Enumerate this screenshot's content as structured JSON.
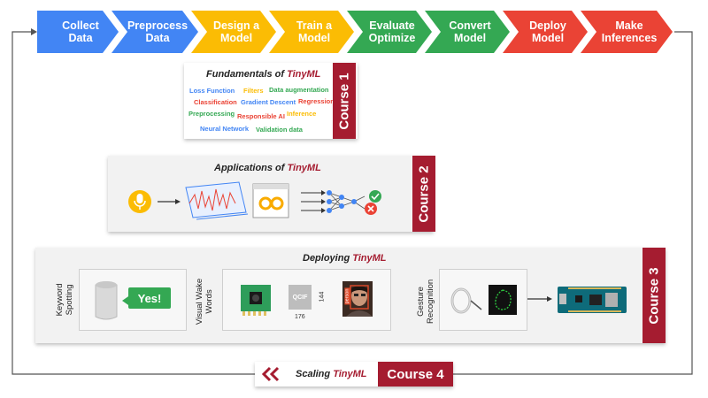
{
  "pipeline": [
    {
      "label": "Collect\nData",
      "color": "#4285f4"
    },
    {
      "label": "Preprocess\nData",
      "color": "#4285f4"
    },
    {
      "label": "Design a\nModel",
      "color": "#fbbc04"
    },
    {
      "label": "Train a\nModel",
      "color": "#fbbc04"
    },
    {
      "label": "Evaluate\nOptimize",
      "color": "#34a853"
    },
    {
      "label": "Convert\nModel",
      "color": "#34a853"
    },
    {
      "label": "Deploy\nModel",
      "color": "#ea4335"
    },
    {
      "label": "Make\nInferences",
      "color": "#ea4335"
    }
  ],
  "course1": {
    "title_prefix": "Fundamentals of ",
    "title_tm": "TinyML",
    "tab": "Course 1",
    "words": [
      {
        "text": "Loss Function",
        "color": "#4285f4"
      },
      {
        "text": "Filters",
        "color": "#fbbc04"
      },
      {
        "text": "Data augmentation",
        "color": "#34a853"
      },
      {
        "text": "Classification",
        "color": "#ea4335"
      },
      {
        "text": "Gradient Descent",
        "color": "#4285f4"
      },
      {
        "text": "Regression",
        "color": "#ea4335"
      },
      {
        "text": "Preprocessing",
        "color": "#34a853"
      },
      {
        "text": "Responsible AI",
        "color": "#ea4335"
      },
      {
        "text": "Inference",
        "color": "#fbbc04"
      },
      {
        "text": "Neural Network",
        "color": "#4285f4"
      },
      {
        "text": "Validation data",
        "color": "#34a853"
      }
    ]
  },
  "course2": {
    "title_prefix": "Applications of ",
    "title_tm": "TinyML",
    "tab": "Course 2"
  },
  "course3": {
    "title_prefix": "Deploying ",
    "title_tm": "TinyML",
    "tab": "Course 3",
    "keyword_label": "Keyword\nSpotting",
    "yes_text": "Yes!",
    "vww_label": "Visual Wake\nWords",
    "chip_text": "QCIF",
    "dim_w": "176",
    "dim_h": "144",
    "person_text": "person",
    "gesture_label": "Gesture\nRecognition"
  },
  "course4": {
    "title_prefix": "Scaling ",
    "title_tm": "TinyML",
    "tab": "Course 4"
  },
  "colors": {
    "accent": "#a51c30",
    "blue": "#4285f4",
    "yellow": "#fbbc04",
    "green": "#34a853",
    "red": "#ea4335"
  }
}
